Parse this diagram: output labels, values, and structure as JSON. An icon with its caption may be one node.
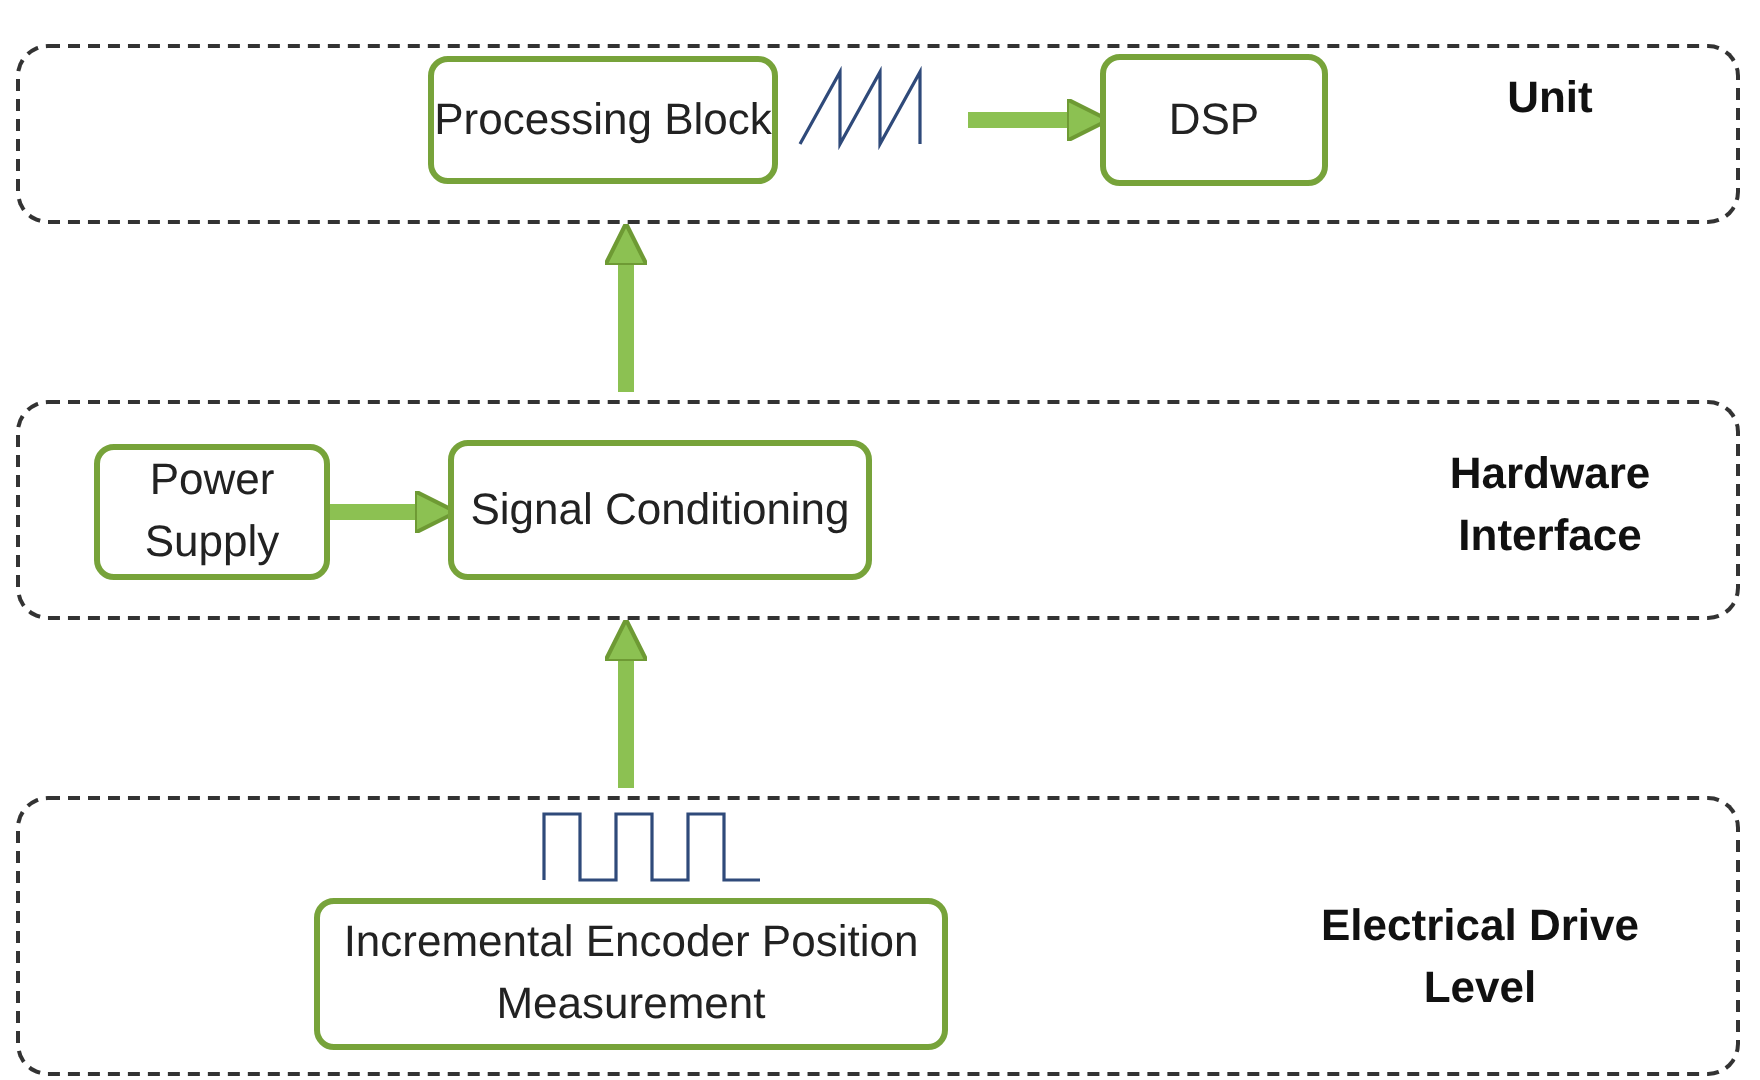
{
  "diagram": {
    "nodes": [
      {
        "text": [
          "Unit"
        ]
      },
      {
        "text": [
          "Processing Block"
        ],
        "in": 0
      },
      {
        "text": [
          "DSP"
        ],
        "in": 0
      },
      {
        "text": [
          "Hardware Interface"
        ]
      },
      {
        "text": [
          "Power Supply"
        ],
        "in": 3
      },
      {
        "text": [
          "Signal Conditioning"
        ],
        "in": 3
      },
      {
        "text": [
          "Electrical Drive Level"
        ]
      },
      {
        "text": [
          "Incremental Encoder Position Measurement"
        ],
        "in": 6
      }
    ],
    "edges": [
      {
        "from": 1,
        "to": 2,
        "arrow": "to"
      },
      {
        "from": 3,
        "to": 0,
        "arrow": "to"
      },
      {
        "from": 4,
        "to": 5,
        "arrow": "to"
      },
      {
        "from": 6,
        "to": 3,
        "arrow": "to"
      }
    ]
  }
}
